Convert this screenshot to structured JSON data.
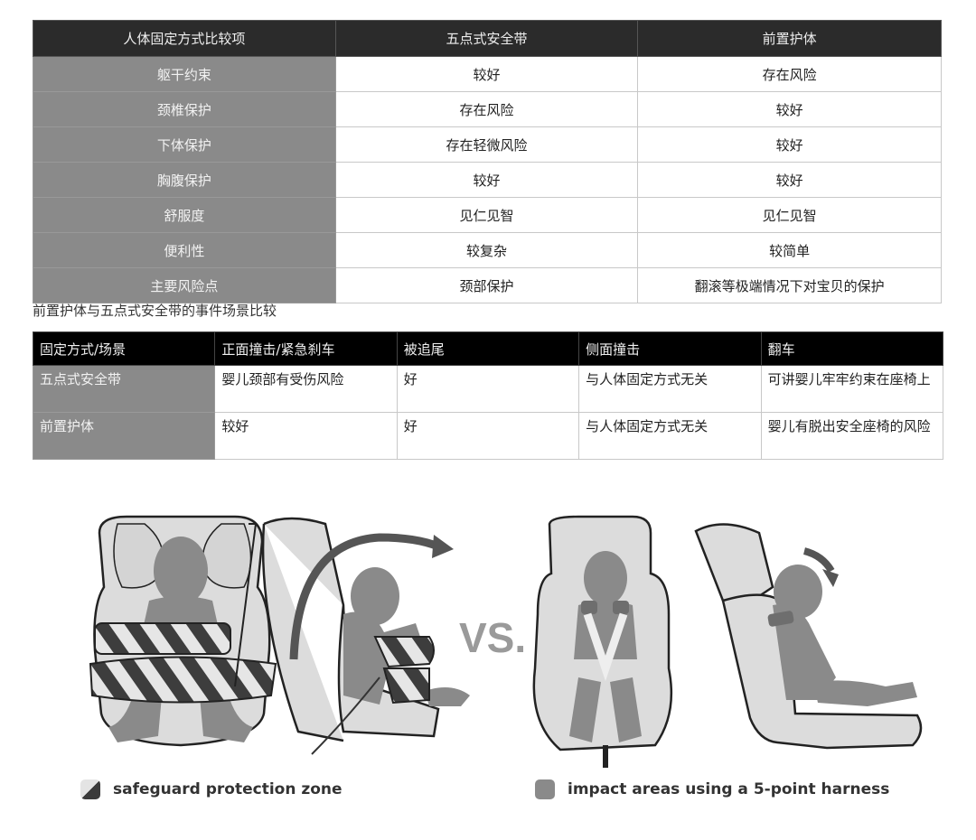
{
  "table1": {
    "headers": [
      "人体固定方式比较项",
      "五点式安全带",
      "前置护体"
    ],
    "rows": [
      [
        "躯干约束",
        "较好",
        "存在风险"
      ],
      [
        "颈椎保护",
        "存在风险",
        "较好"
      ],
      [
        "下体保护",
        "存在轻微风险",
        "较好"
      ],
      [
        "胸腹保护",
        "较好",
        "较好"
      ],
      [
        "舒服度",
        "见仁见智",
        "见仁见智"
      ],
      [
        "便利性",
        "较复杂",
        "较简单"
      ],
      [
        "主要风险点",
        "颈部保护",
        "翻滚等极端情况下对宝贝的保护"
      ]
    ]
  },
  "caption": "前置护体与五点式安全带的事件场景比较",
  "table2": {
    "headers": [
      "固定方式/场景",
      "正面撞击/紧急刹车",
      "被追尾",
      "侧面撞击",
      "翻车"
    ],
    "rows": [
      [
        "五点式安全带",
        "婴儿颈部有受伤风险",
        "好",
        "与人体固定方式无关",
        "可讲婴儿牢牢约束在座椅上"
      ],
      [
        "前置护体",
        "较好",
        "好",
        "与人体固定方式无关",
        "婴儿有脱出安全座椅的风险"
      ]
    ]
  },
  "illustration": {
    "vs_label": "VS.",
    "left_panel": "safety-shield seat front and side views with forward arrow",
    "right_panel": "5-point harness seat front and side views with downward arrow"
  },
  "legend": {
    "safeguard": "safeguard protection zone",
    "impact": "impact areas using a 5-point harness"
  },
  "colors": {
    "header1_bg": "#2b2b2b",
    "header2_bg": "#000000",
    "row_header_bg": "#8a8a8a",
    "impact_gray": "#8a8a8a",
    "dark_stripe": "#3a3a3a"
  }
}
